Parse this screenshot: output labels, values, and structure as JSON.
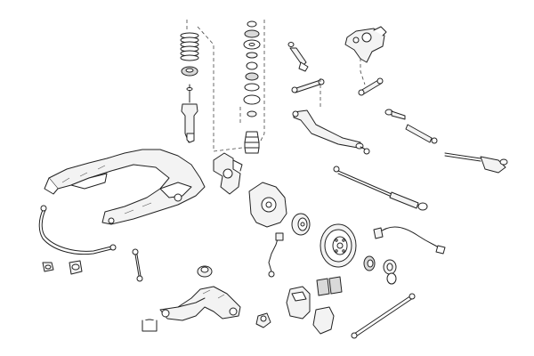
{
  "image_type": "exploded technical line drawing of front axle suspension and steering parts",
  "background_color": "#ffffff",
  "line_color": "#222222",
  "parts": [
    "coil-spring",
    "spring-seat",
    "strut-bearing",
    "shock-absorber",
    "strut-mount-stack",
    "dust-boot",
    "steering-rack",
    "tie-rod",
    "tie-rod-end",
    "front-subframe",
    "steering-knuckle",
    "brake-shield",
    "wheel-hub",
    "brake-disc",
    "abs-sensor",
    "stabilizer-bar",
    "stabilizer-link",
    "stabilizer-bushing",
    "control-arm",
    "control-arm-bushing",
    "brake-caliper",
    "brake-pads",
    "axle-shaft",
    "wheel-bearing-bushing"
  ]
}
